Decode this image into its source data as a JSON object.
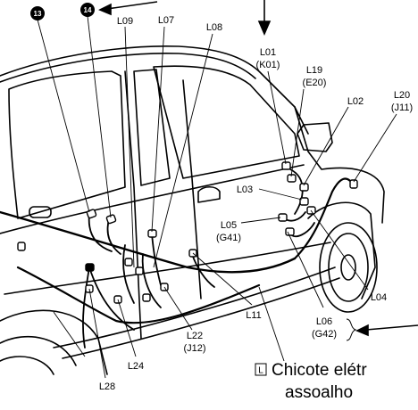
{
  "markers": [
    {
      "id": "m13",
      "text": "13"
    },
    {
      "id": "m14",
      "text": "14"
    }
  ],
  "labels": {
    "L09": "L09",
    "L07": "L07",
    "L08": "L08",
    "L01": "L01",
    "K01": "(K01)",
    "L19": "L19",
    "E20": "(E20)",
    "L02": "L02",
    "L20": "L20",
    "J11": "(J11)",
    "L03": "L03",
    "L05": "L05",
    "G41": "(G41)",
    "L04": "L04",
    "L11": "L11",
    "L06": "L06",
    "G42": "(G42)",
    "L22": "L22",
    "J12": "(J12)",
    "L24": "L24",
    "L28": "L28"
  },
  "legend": {
    "icon_letter": "L",
    "line1": "Chicote elétr",
    "line2": "assoalho"
  }
}
